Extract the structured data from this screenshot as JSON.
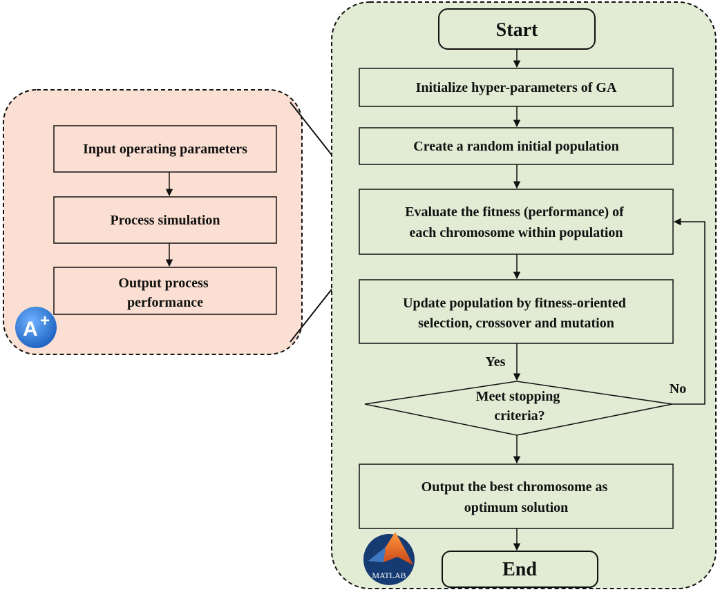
{
  "simulator_panel": {
    "steps": [
      {
        "lines": [
          "Input operating parameters"
        ]
      },
      {
        "lines": [
          "Process simulation"
        ]
      },
      {
        "lines": [
          "Output process",
          "performance"
        ]
      }
    ],
    "logo_text": "A+"
  },
  "ga_panel": {
    "start": "Start",
    "init": "Initialize hyper-parameters of GA",
    "create": "Create a random initial population",
    "evaluate": [
      "Evaluate the fitness (performance) of",
      "each chromosome within population"
    ],
    "update": [
      "Update population by fitness-oriented",
      "selection, crossover and mutation"
    ],
    "decision": [
      "Meet stopping",
      "criteria?"
    ],
    "yes_label": "Yes",
    "no_label": "No",
    "output": [
      "Output the best chromosome as",
      "optimum solution"
    ],
    "end": "End",
    "logo_text": "MATLAB"
  },
  "colors": {
    "simulator_bg": "#fbdfd2",
    "ga_bg": "#e2ebd3",
    "box_fill": "#e2ebd3",
    "stroke": "#111111",
    "logo_blue": "#1f6fd1"
  }
}
